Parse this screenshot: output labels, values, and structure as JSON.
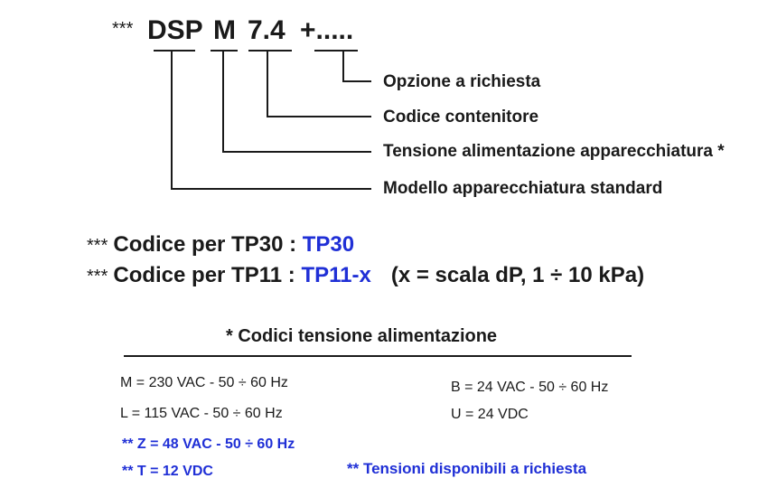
{
  "code": {
    "prefix": "***",
    "parts": [
      "DSP",
      "M",
      "7.4",
      "+....."
    ]
  },
  "callouts": [
    {
      "id": "option",
      "label": "Opzione a richiesta"
    },
    {
      "id": "container",
      "label": "Codice contenitore"
    },
    {
      "id": "voltage",
      "label": "Tensione alimentazione apparecchiatura *"
    },
    {
      "id": "model",
      "label": "Modello apparecchiatura standard"
    }
  ],
  "tp_codes": [
    {
      "stars": "***",
      "label": "Codice per TP30 :",
      "code": "TP30",
      "note": ""
    },
    {
      "stars": "***",
      "label": "Codice per TP11 :",
      "code": "TP11-x",
      "note": "(x = scala dP, 1 ÷ 10 kPa)"
    }
  ],
  "voltage_section": {
    "title": "* Codici tensione alimentazione",
    "left": [
      "M = 230 VAC - 50 ÷ 60 Hz",
      "L = 115 VAC - 50 ÷ 60 Hz"
    ],
    "right": [
      "B = 24 VAC - 50 ÷ 60 Hz",
      "U = 24 VDC"
    ],
    "on_request": [
      "** Z = 48 VAC - 50 ÷ 60 Hz",
      "** T = 12 VDC"
    ],
    "on_request_note": "** Tensioni disponibili a richiesta"
  },
  "colors": {
    "text": "#1a1a1a",
    "highlight": "#1f2fd6"
  }
}
